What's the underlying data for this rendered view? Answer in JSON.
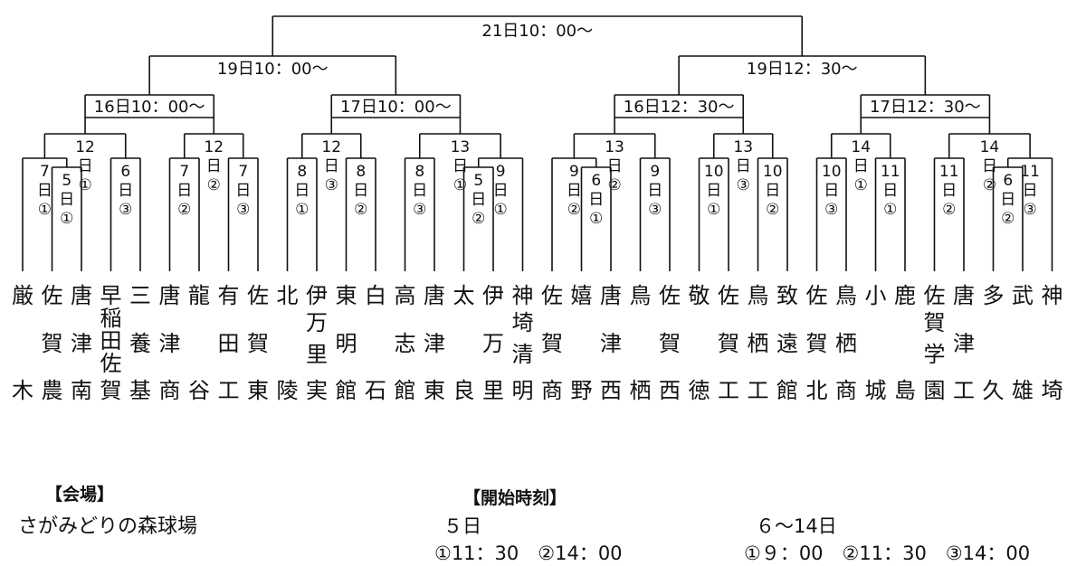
{
  "schools": [
    [
      "厳",
      "木"
    ],
    [
      "佐",
      "賀",
      "農"
    ],
    [
      "唐",
      "津",
      "南"
    ],
    [
      "早",
      "稲",
      "田",
      "佐",
      "賀"
    ],
    [
      "三",
      "養",
      "基"
    ],
    [
      "唐",
      "津",
      "商"
    ],
    [
      "龍",
      "谷"
    ],
    [
      "有",
      "田",
      "工"
    ],
    [
      "佐",
      "賀",
      "東"
    ],
    [
      "北",
      "陵"
    ],
    [
      "伊",
      "万",
      "里",
      "実"
    ],
    [
      "東",
      "明",
      "館"
    ],
    [
      "白",
      "石"
    ],
    [
      "高",
      "志",
      "館"
    ],
    [
      "唐",
      "津",
      "東"
    ],
    [
      "太",
      "良"
    ],
    [
      "伊",
      "万",
      "里"
    ],
    [
      "神",
      "埼",
      "清",
      "明"
    ],
    [
      "佐",
      "賀",
      "商"
    ],
    [
      "嬉",
      "野"
    ],
    [
      "唐",
      "津",
      "西"
    ],
    [
      "鳥",
      "栖"
    ],
    [
      "佐",
      "賀",
      "西"
    ],
    [
      "敬",
      "徳"
    ],
    [
      "佐",
      "賀",
      "工"
    ],
    [
      "鳥",
      "栖",
      "工"
    ],
    [
      "致",
      "遠",
      "館"
    ],
    [
      "佐",
      "賀",
      "北"
    ],
    [
      "鳥",
      "栖",
      "商"
    ],
    [
      "小",
      "城"
    ],
    [
      "鹿",
      "島"
    ],
    [
      "佐",
      "賀",
      "学",
      "園"
    ],
    [
      "唐",
      "津",
      "工"
    ],
    [
      "多",
      "久"
    ],
    [
      "武",
      "雄"
    ],
    [
      "神",
      "埼"
    ]
  ],
  "rounds": {
    "final": "21日10：00～",
    "semis": [
      "19日10：00～",
      "19日12：30～"
    ],
    "quarters": [
      "16日10：00～",
      "17日10：00～",
      "16日12：30～",
      "17日12：30～"
    ]
  },
  "game_dates": {
    "r1": [
      "5日①",
      "5日②",
      "6日①",
      "6日②"
    ],
    "r2": [
      "7日①",
      "6日③",
      "7日②",
      "7日③",
      "8日①",
      "8日②",
      "8日③",
      "9日①",
      "9日②",
      "9日③",
      "10日①",
      "10日②",
      "10日③",
      "11日①",
      "11日②",
      "11日③"
    ],
    "r3": [
      "12日①",
      "12日②",
      "12日③",
      "13日①",
      "13日②",
      "13日③",
      "14日①",
      "14日②"
    ]
  },
  "footer": {
    "venue_heading": "【会場】",
    "venue": "さがみどりの森球場",
    "time_heading": "【開始時刻】",
    "day5": "５日",
    "day5_times": "①11：30　②14：00",
    "day6_14": "６～14日",
    "day6_14_times": "①９：00　②11：30　③14：00"
  }
}
